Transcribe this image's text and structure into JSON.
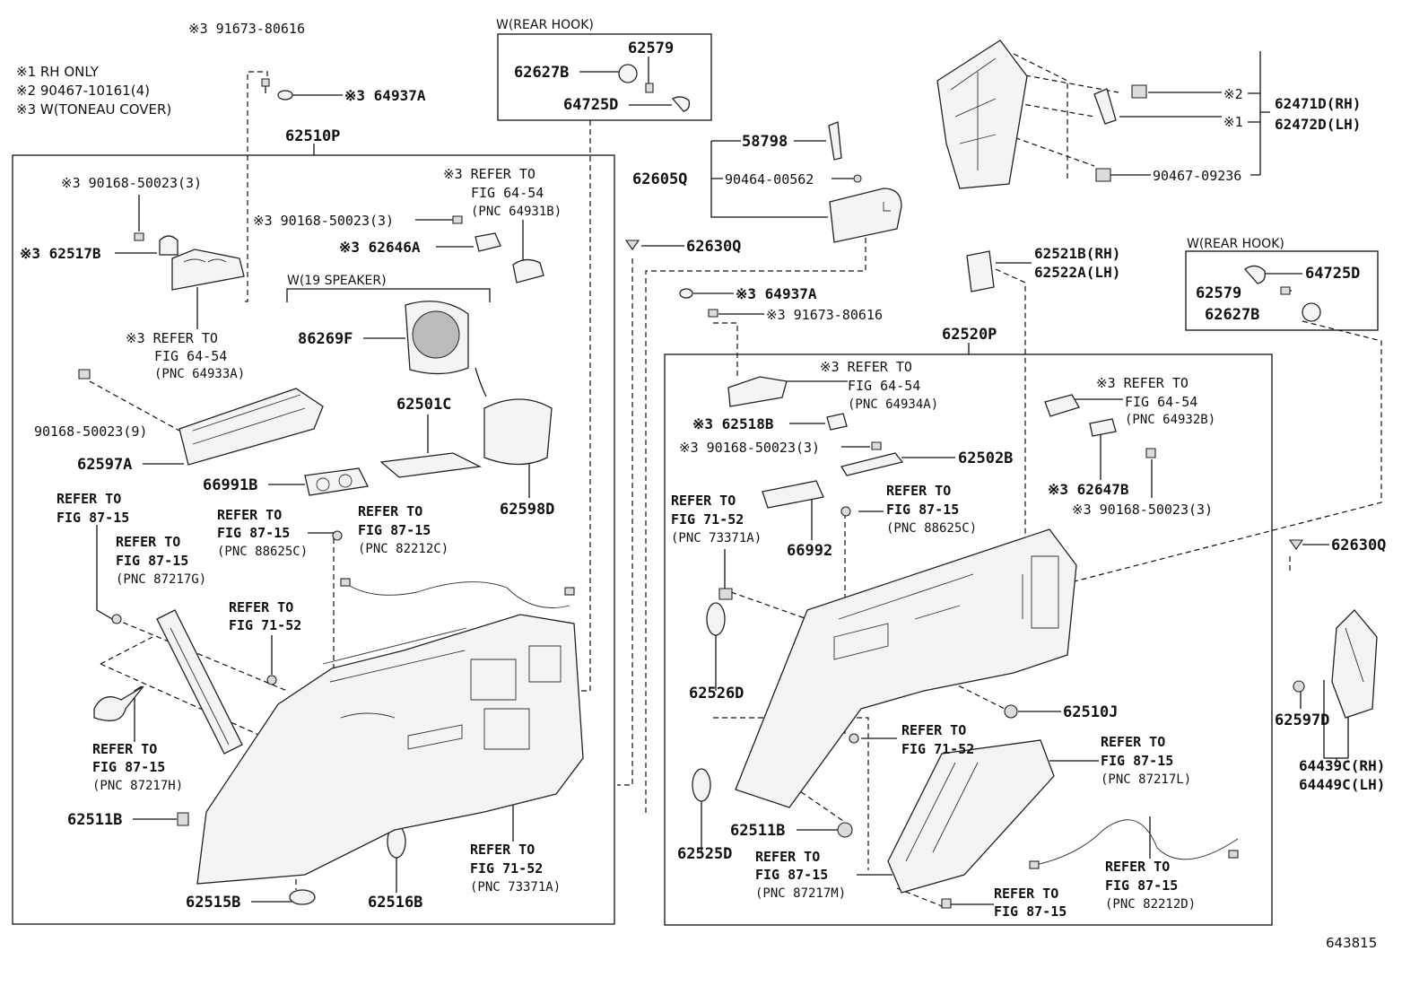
{
  "notes": {
    "n1": "※1 RH ONLY",
    "n2": "※2 90467-10161(4)",
    "n3": "※3 W(TONEAU COVER)"
  },
  "groups": {
    "rear_hook_top": "W(REAR HOOK)",
    "rear_hook_right": "W(REAR HOOK)",
    "speaker": "W(19 SPEAKER)"
  },
  "labels": {
    "l91673_top": "※3 91673-80616",
    "l64937A_top": "※3 64937A",
    "l62510P": "62510P",
    "l90168_a": "※3 90168-50023(3)",
    "l62517B": "※3 62517B",
    "l90168_b": "※3 90168-50023(3)",
    "l62646A": "※3 62646A",
    "ref_64931B_1": "※3 REFER TO",
    "ref_64931B_2": "FIG 64-54",
    "ref_64931B_3": "(PNC 64931B)",
    "ref_64933A_1": "※3 REFER TO",
    "ref_64933A_2": "FIG 64-54",
    "ref_64933A_3": "(PNC 64933A)",
    "l86269F": "86269F",
    "l90168_9": "90168-50023(9)",
    "l62597A": "62597A",
    "l62501C": "62501C",
    "l66991B": "66991B",
    "l62598D": "62598D",
    "ref_87_15_a1": "REFER TO",
    "ref_87_15_a2": "FIG 87-15",
    "ref_87217G_1": "REFER TO",
    "ref_87217G_2": "FIG 87-15",
    "ref_87217G_3": "(PNC 87217G)",
    "ref_88625C_l1": "REFER TO",
    "ref_88625C_l2": "FIG 87-15",
    "ref_88625C_l3": "(PNC 88625C)",
    "ref_82212C_1": "REFER TO",
    "ref_82212C_2": "FIG 87-15",
    "ref_82212C_3": "(PNC 82212C)",
    "ref_71_52_l1": "REFER TO",
    "ref_71_52_l2": "FIG 71-52",
    "ref_87217H_1": "REFER TO",
    "ref_87217H_2": "FIG 87-15",
    "ref_87217H_3": "(PNC 87217H)",
    "l62511B_l": "62511B",
    "l62515B": "62515B",
    "l62516B": "62516B",
    "ref_73371A_l1": "REFER TO",
    "ref_73371A_l2": "FIG 71-52",
    "ref_73371A_l3": "(PNC 73371A)",
    "l62579_top": "62579",
    "l62627B_top": "62627B",
    "l64725D_top": "64725D",
    "l58798": "58798",
    "l62605Q": "62605Q",
    "l90464": "90464-00562",
    "l62630Q_mid": "62630Q",
    "l64937A_mid": "※3 64937A",
    "l91673_mid": "※3 91673-80616",
    "l62471D": "62471D(RH)",
    "l62472D": "62472D(LH)",
    "star2": "※2",
    "star1": "※1",
    "l90467": "90467-09236",
    "l62521B": "62521B(RH)",
    "l62522A": "62522A(LH)",
    "l64725D_r": "64725D",
    "l62579_r": "62579",
    "l62627B_r": "62627B",
    "l62520P": "62520P",
    "ref_64934A_1": "※3 REFER TO",
    "ref_64934A_2": "FIG 64-54",
    "ref_64934A_3": "(PNC 64934A)",
    "ref_64932B_1": "※3 REFER TO",
    "ref_64932B_2": "FIG 64-54",
    "ref_64932B_3": "(PNC 64932B)",
    "l62518B": "※3 62518B",
    "l90168_c": "※3 90168-50023(3)",
    "l62502B": "62502B",
    "l62647B": "※3 62647B",
    "l90168_d": "※3 90168-50023(3)",
    "ref_73371A_r1": "REFER TO",
    "ref_73371A_r2": "FIG 71-52",
    "ref_73371A_r3": "(PNC 73371A)",
    "ref_88625C_r1": "REFER TO",
    "ref_88625C_r2": "FIG 87-15",
    "ref_88625C_r3": "(PNC 88625C)",
    "l66992": "66992",
    "l62630Q_r": "62630Q",
    "l62526D": "62526D",
    "l62510J": "62510J",
    "ref_71_52_r1": "REFER TO",
    "ref_71_52_r2": "FIG 71-52",
    "ref_87217L_1": "REFER TO",
    "ref_87217L_2": "FIG 87-15",
    "ref_87217L_3": "(PNC 87217L)",
    "l62597D": "62597D",
    "l64439C": "64439C(RH)",
    "l64449C": "64449C(LH)",
    "l62525D": "62525D",
    "l62511B_r": "62511B",
    "ref_87217M_1": "REFER TO",
    "ref_87217M_2": "FIG 87-15",
    "ref_87217M_3": "(PNC 87217M)",
    "ref_87_15_b1": "REFER TO",
    "ref_87_15_b2": "FIG 87-15",
    "ref_82212D_1": "REFER TO",
    "ref_82212D_2": "FIG 87-15",
    "ref_82212D_3": "(PNC 82212D)",
    "diagram_no": "643815"
  }
}
